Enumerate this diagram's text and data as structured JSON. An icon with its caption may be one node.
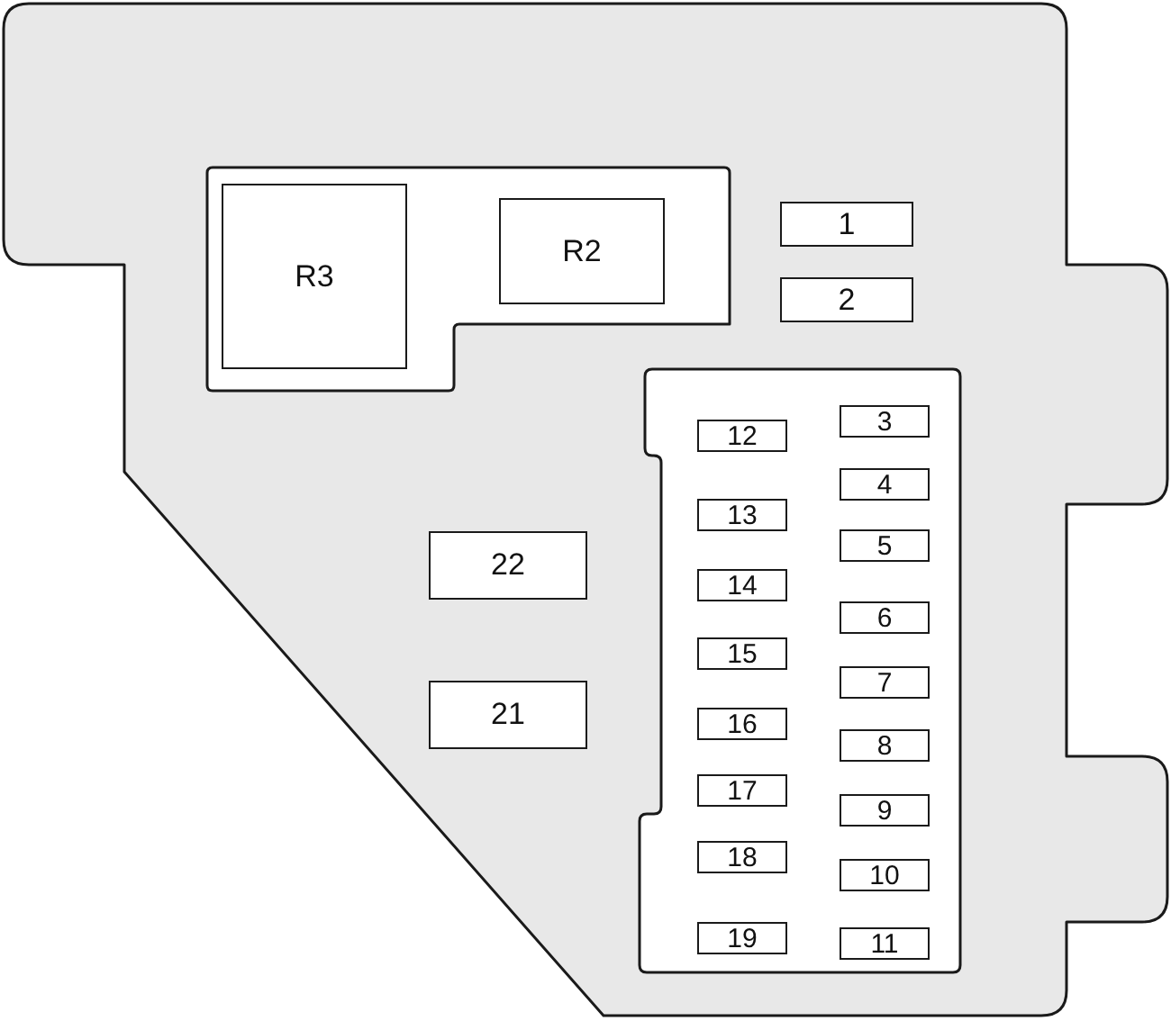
{
  "diagram": {
    "nodes": [
      {
        "text": [
          "R3"
        ]
      },
      {
        "text": [
          "R2"
        ]
      },
      {
        "text": [
          "1"
        ]
      },
      {
        "text": [
          "2"
        ]
      },
      {
        "text": [
          "22"
        ]
      },
      {
        "text": [
          "21"
        ]
      },
      {
        "text": [
          "12"
        ]
      },
      {
        "text": [
          "13"
        ]
      },
      {
        "text": [
          "14"
        ]
      },
      {
        "text": [
          "15"
        ]
      },
      {
        "text": [
          "16"
        ]
      },
      {
        "text": [
          "17"
        ]
      },
      {
        "text": [
          "18"
        ]
      },
      {
        "text": [
          "19"
        ]
      },
      {
        "text": [
          "3"
        ]
      },
      {
        "text": [
          "4"
        ]
      },
      {
        "text": [
          "5"
        ]
      },
      {
        "text": [
          "6"
        ]
      },
      {
        "text": [
          "7"
        ]
      },
      {
        "text": [
          "8"
        ]
      },
      {
        "text": [
          "9"
        ]
      },
      {
        "text": [
          "10"
        ]
      },
      {
        "text": [
          "11"
        ]
      }
    ]
  }
}
